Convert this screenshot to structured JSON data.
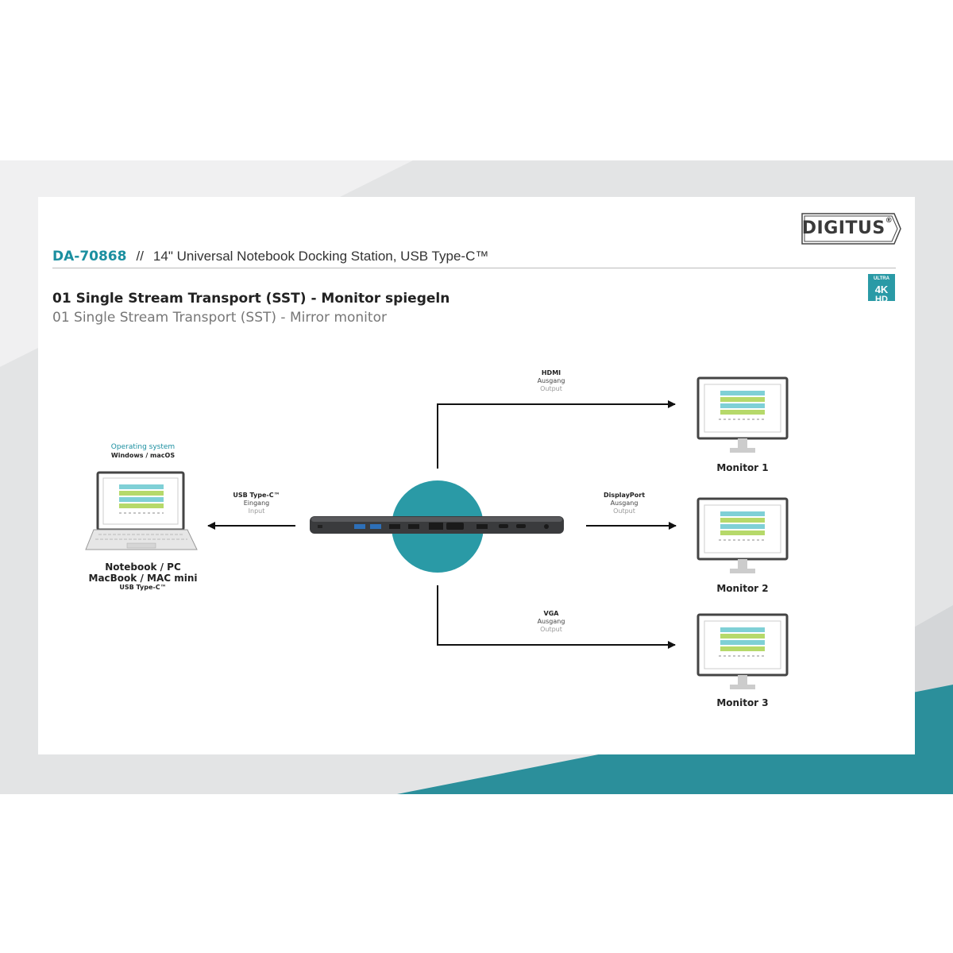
{
  "brand": {
    "name": "DIGITUS",
    "reg": "®"
  },
  "header": {
    "model": "DA-70868",
    "separator": "//",
    "product": "14\" Universal Notebook Docking Station, USB Type-C™"
  },
  "badge": {
    "line1": "ULTRA",
    "line2": "4K",
    "line3": "HD"
  },
  "titles": {
    "de": "01 Single Stream Transport (SST) - Monitor spiegeln",
    "en": "01 Single Stream Transport (SST) - Mirror monitor"
  },
  "notebook": {
    "os_label": "Operating system",
    "os_value": "Windows / macOS",
    "name_line1": "Notebook / PC",
    "name_line2": "MacBook / MAC mini",
    "name_line3": "USB Type-C™"
  },
  "connections": {
    "input": {
      "port": "USB Type-C™",
      "de": "Eingang",
      "en": "Input"
    },
    "hdmi": {
      "port": "HDMI",
      "de": "Ausgang",
      "en": "Output"
    },
    "displayport": {
      "port": "DisplayPort",
      "de": "Ausgang",
      "en": "Output"
    },
    "vga": {
      "port": "VGA",
      "de": "Ausgang",
      "en": "Output"
    }
  },
  "monitors": [
    {
      "name": "Monitor 1"
    },
    {
      "name": "Monitor 2"
    },
    {
      "name": "Monitor 3"
    }
  ],
  "colors": {
    "accent": "#2a9aa6",
    "model_text": "#1b8fa0",
    "band": "#e3e4e5",
    "wedge": "#2b8f9b"
  }
}
